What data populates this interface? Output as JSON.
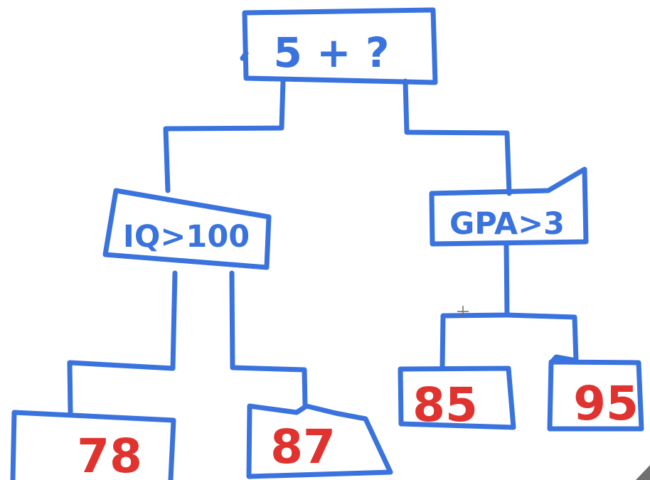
{
  "colors": {
    "structure_ink": "#3a73dd",
    "leaf_ink": "#e0332f",
    "background": "#ffffff"
  },
  "tree": {
    "root": {
      "label": "5 + ?"
    },
    "left_split": {
      "label": "IQ>100"
    },
    "right_split": {
      "label": "GPA>3"
    },
    "leaves": [
      {
        "value": "78"
      },
      {
        "value": "87"
      },
      {
        "value": "85"
      },
      {
        "value": "95"
      }
    ]
  },
  "cursor": {
    "icon": "crosshair-cursor-icon"
  }
}
